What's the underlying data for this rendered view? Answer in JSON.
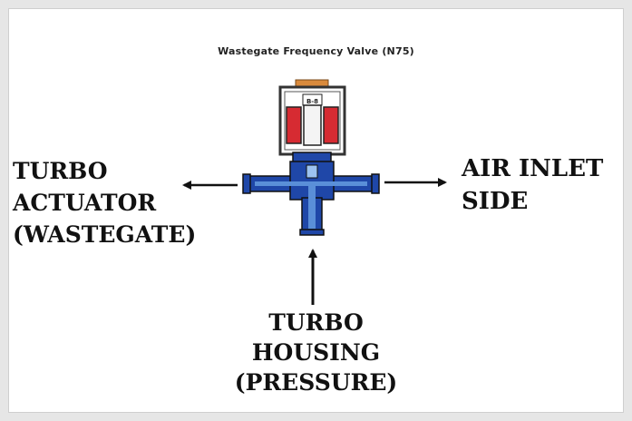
{
  "title": "Wastegate Frequency Valve (N75)",
  "valve_marking": "B-8",
  "labels": {
    "left": [
      "TURBO",
      "ACTUATOR",
      "(WASTEGATE)"
    ],
    "right": [
      "AIR INLET",
      "SIDE"
    ],
    "bottom": [
      "TURBO",
      "HOUSING",
      "(PRESSURE)"
    ]
  },
  "colors": {
    "coil": "#d62b32",
    "body_blue": "#1f47a8",
    "passage_light": "#5a8fd8",
    "cap": "#d98a3c",
    "text": "#111111"
  }
}
